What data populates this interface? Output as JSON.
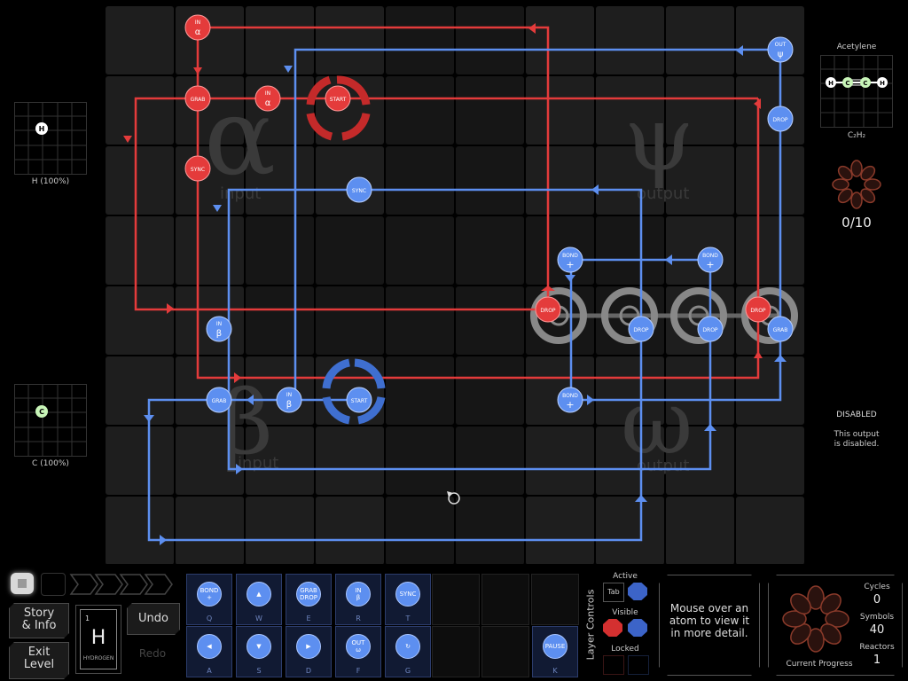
{
  "inputs": {
    "left_top": {
      "atom": "H",
      "label": "H (100%)"
    },
    "left_bottom": {
      "atom": "C",
      "label": "C (100%)"
    }
  },
  "output_psi": {
    "molecule_name": "Acetylene",
    "formula": "C₂H₂",
    "atoms": [
      "H",
      "C",
      "C",
      "H"
    ],
    "progress": "0/10"
  },
  "output_omega": {
    "status": "DISABLED",
    "message_line1": "This output",
    "message_line2": "is disabled."
  },
  "zone_labels": {
    "alpha_sym": "α",
    "alpha_text": "input",
    "beta_sym": "β",
    "beta_text": "input",
    "psi_sym": "ψ",
    "psi_text": "output",
    "omega_sym": "ω",
    "omega_text": "output"
  },
  "instructions": {
    "red": {
      "in_alpha_1": {
        "top": "IN",
        "bot": "α"
      },
      "grab": "GRAB",
      "in_alpha_2": {
        "top": "IN",
        "bot": "α"
      },
      "start": "START",
      "sync": "SYNC",
      "drop_1": "DROP",
      "drop_2": "DROP"
    },
    "blue": {
      "out_psi": {
        "top": "OUT",
        "bot": "ψ"
      },
      "drop_top": "DROP",
      "sync": "SYNC",
      "bond_plus_1": {
        "top": "BOND",
        "bot": "+"
      },
      "bond_plus_2": {
        "top": "BOND",
        "bot": "+"
      },
      "in_beta_1": {
        "top": "IN",
        "bot": "β"
      },
      "drop_a": "DROP",
      "drop_b": "DROP",
      "grab_right": "GRAB",
      "grab_left": "GRAB",
      "in_beta_2": {
        "top": "IN",
        "bot": "β"
      },
      "start": "START",
      "bond_plus_3": {
        "top": "BOND",
        "bot": "+"
      }
    }
  },
  "toolbar": {
    "story_label": "Story\n& Info",
    "undo_label": "Undo",
    "exit_label": "Exit\nLevel",
    "redo_label": "Redo",
    "element_number": "1",
    "element_symbol": "H",
    "element_name": "HYDROGEN"
  },
  "tools": [
    {
      "top": "BOND",
      "bot": "+",
      "key": "Q"
    },
    {
      "top": "▲",
      "bot": "",
      "key": "W"
    },
    {
      "top": "GRAB",
      "bot": "DROP",
      "key": "E"
    },
    {
      "top": "IN",
      "bot": "β",
      "key": "R"
    },
    {
      "top": "SYNC",
      "bot": "",
      "key": "T"
    },
    {
      "top": "◀",
      "bot": "",
      "key": "A"
    },
    {
      "top": "▼",
      "bot": "",
      "key": "S"
    },
    {
      "top": "▶",
      "bot": "",
      "key": "D"
    },
    {
      "top": "OUT",
      "bot": "ω",
      "key": "F"
    },
    {
      "top": "↻",
      "bot": "",
      "key": "G"
    },
    {
      "top": "PAUSE",
      "bot": "",
      "key": "K"
    }
  ],
  "layer_controls": {
    "title": "Layer Controls",
    "active": "Active",
    "tab": "Tab",
    "visible": "Visible",
    "locked": "Locked"
  },
  "hint": "Mouse over an atom to view it in more detail.",
  "stats": {
    "cycles_label": "Cycles",
    "cycles": "0",
    "symbols_label": "Symbols",
    "symbols": "40",
    "reactors_label": "Reactors",
    "reactors": "1",
    "progress_label": "Current Progress"
  },
  "colors": {
    "red": "#e43b3b",
    "blue": "#5d8ff0",
    "bg": "#000000",
    "cell": "#1e1e1e"
  }
}
